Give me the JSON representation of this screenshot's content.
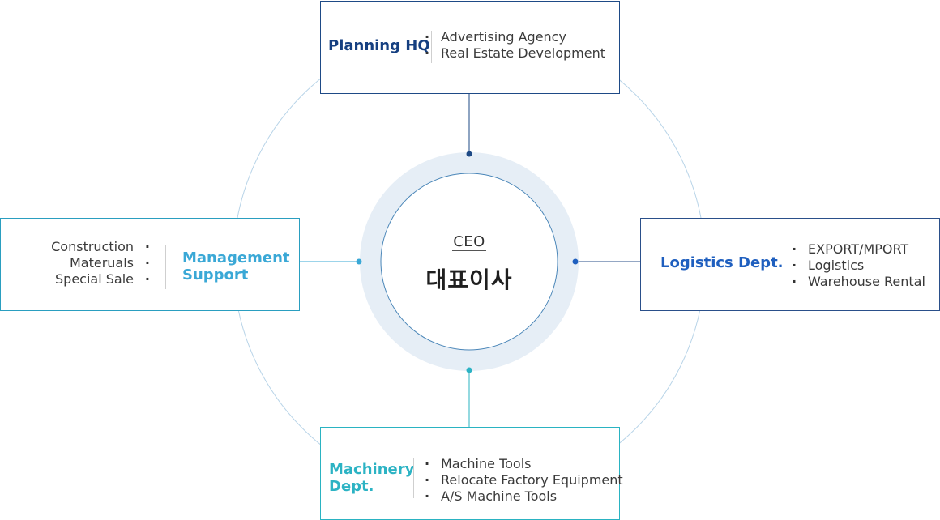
{
  "ceo": {
    "label_en": "CEO",
    "label_ko": "대표이사"
  },
  "departments": {
    "planning": {
      "title": "Planning HQ",
      "items": [
        "Advertising Agency",
        "Real Estate Development"
      ]
    },
    "logistics": {
      "title": "Logistics Dept.",
      "items": [
        "EXPORT/MPORT",
        "Logistics",
        "Warehouse Rental"
      ]
    },
    "management": {
      "title_line1": "Management",
      "title_line2": "Support",
      "items": [
        "Construction",
        "Materuals",
        "Special Sale"
      ]
    },
    "machinery": {
      "title_line1": "Machinery",
      "title_line2": "Dept.",
      "items": [
        "Machine Tools",
        "Relocate Factory Equipment",
        "A/S Machine Tools"
      ]
    }
  },
  "bullet": "·",
  "colors": {
    "planning": "#153f80",
    "logistics": "#1f5fbf",
    "management": "#3aa8d6",
    "machinery": "#2cb3c4",
    "ring": "#e6eef6",
    "outer_circle": "#b8d4e8"
  }
}
